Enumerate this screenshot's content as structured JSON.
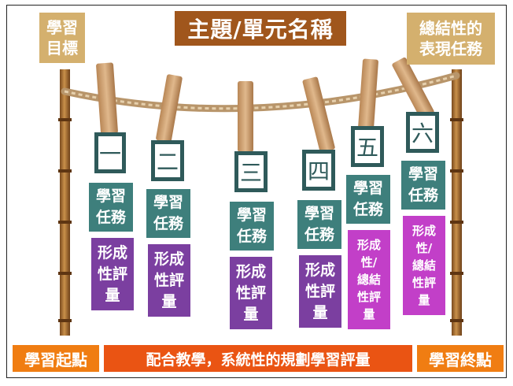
{
  "colors": {
    "tan": "#d4b06e",
    "brown": "#a0561c",
    "teal": "#3e7f7c",
    "purple": "#7b3fa0",
    "magenta": "#c23fc8",
    "orange": "#f07d12",
    "red_orange": "#ea5413",
    "rope": "#c9a97a",
    "pole": "#b07a3a",
    "pin": "#c99a68"
  },
  "title": "主題/單元名稱",
  "left_top": {
    "line1": "學習",
    "line2": "目標"
  },
  "right_top": {
    "line1": "總結性的",
    "line2": "表現任務"
  },
  "stages": [
    {
      "num": "一",
      "task1": "學習",
      "task2": "任務",
      "form_lines": [
        "形成",
        "性評",
        "量"
      ]
    },
    {
      "num": "二",
      "task1": "學習",
      "task2": "任務",
      "form_lines": [
        "形成",
        "性評",
        "量"
      ]
    },
    {
      "num": "三",
      "task1": "學習",
      "task2": "任務",
      "form_lines": [
        "形成",
        "性評",
        "量"
      ]
    },
    {
      "num": "四",
      "task1": "學習",
      "task2": "任務",
      "form_lines": [
        "形成",
        "性評",
        "量"
      ]
    },
    {
      "num": "五",
      "task1": "學習",
      "task2": "任務",
      "form_lines": [
        "形成",
        "性/",
        "總結",
        "性評",
        "量"
      ]
    },
    {
      "num": "六",
      "task1": "學習",
      "task2": "任務",
      "form_lines": [
        "形成",
        "性/",
        "總結",
        "性評",
        "量"
      ]
    }
  ],
  "bottom": {
    "start": "學習起點",
    "middle": "配合教學，系統性的規劃學習評量",
    "end": "學習終點"
  }
}
